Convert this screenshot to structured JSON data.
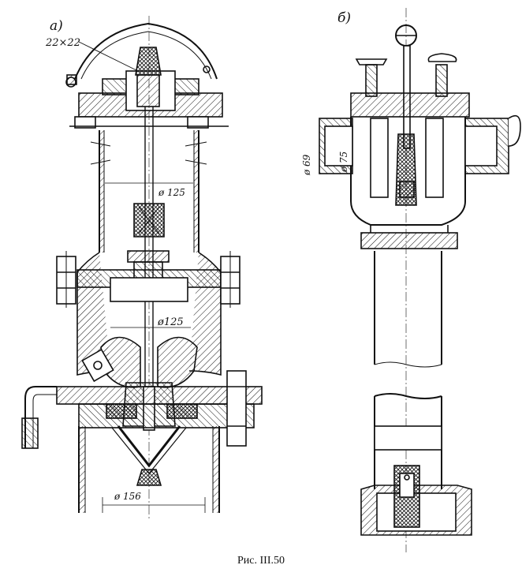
{
  "figure": {
    "panel_a_label": "а)",
    "panel_b_label": "б)",
    "dim_square": "22×22",
    "dim_bore_top": "ø 125",
    "dim_bore_mid": "ø125",
    "dim_base": "ø 156",
    "dim_outlet_outer": "ø 69",
    "dim_outlet_inner": "ø 75",
    "caption": "Рис. III.50"
  }
}
